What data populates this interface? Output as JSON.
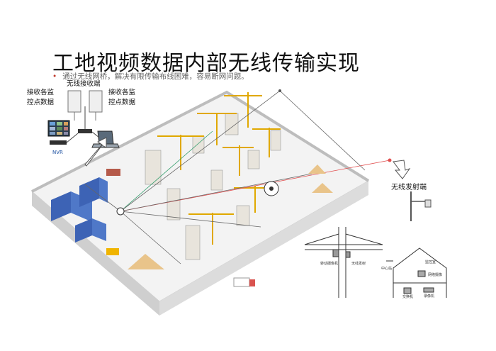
{
  "title": "工地视频数据内部无线传输实现",
  "subtitle": "通过无线网桥，解决有限传输布线困难，容易断网问题。",
  "labels": {
    "receiver_top": "无线接收端",
    "receive_left_line1": "接收各监",
    "receive_left_line2": "控点数据",
    "receive_right_line1": "接收各监",
    "receive_right_line2": "控点数据",
    "nvr": "NVR",
    "transmitter": "无线发射端"
  },
  "inset_labels": {
    "tower_a": "转动摄像机",
    "tower_b": "无线发射",
    "house_a": "中心站",
    "house_b": "监控室",
    "house_c": "网络摄像",
    "house_d": "交换机",
    "house_e": "录像机"
  },
  "colors": {
    "ground": "#f4f4f4",
    "wall": "#d9d9d9",
    "crane": "#e0a800",
    "building": "#e8e4dc",
    "blue_building": "#3d63b5",
    "link_red": "#e15050",
    "link_green": "#2f9c6a",
    "link_gray": "#666666"
  }
}
